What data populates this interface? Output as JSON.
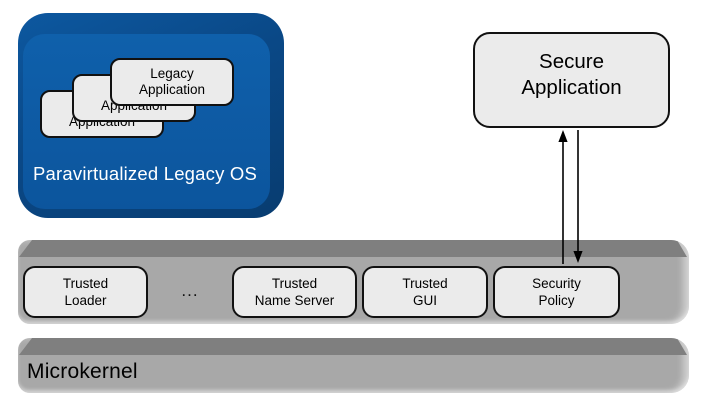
{
  "legacy_os": {
    "title": "Paravirtualized Legacy OS"
  },
  "legacy_app": {
    "line1": "Legacy",
    "line2": "Application"
  },
  "secure_app": {
    "line1": "Secure",
    "line2": "Application"
  },
  "services": {
    "loader": {
      "line1": "Trusted",
      "line2": "Loader"
    },
    "ellipsis": "...",
    "name_server": {
      "line1": "Trusted",
      "line2": "Name Server"
    },
    "gui": {
      "line1": "Trusted",
      "line2": "GUI"
    },
    "policy": {
      "line1": "Security",
      "line2": "Policy"
    }
  },
  "microkernel": {
    "label": "Microkernel"
  },
  "colors": {
    "os_blue_inner": "#0e5ca6",
    "os_blue_shell": "#0a4886",
    "bar_gray_front": "#a8a8a8",
    "bar_gray_top": "#7f7f7f",
    "box_fill": "#ebebeb",
    "box_border": "#111111",
    "os_label_text": "#ffffff",
    "text": "#000000"
  }
}
